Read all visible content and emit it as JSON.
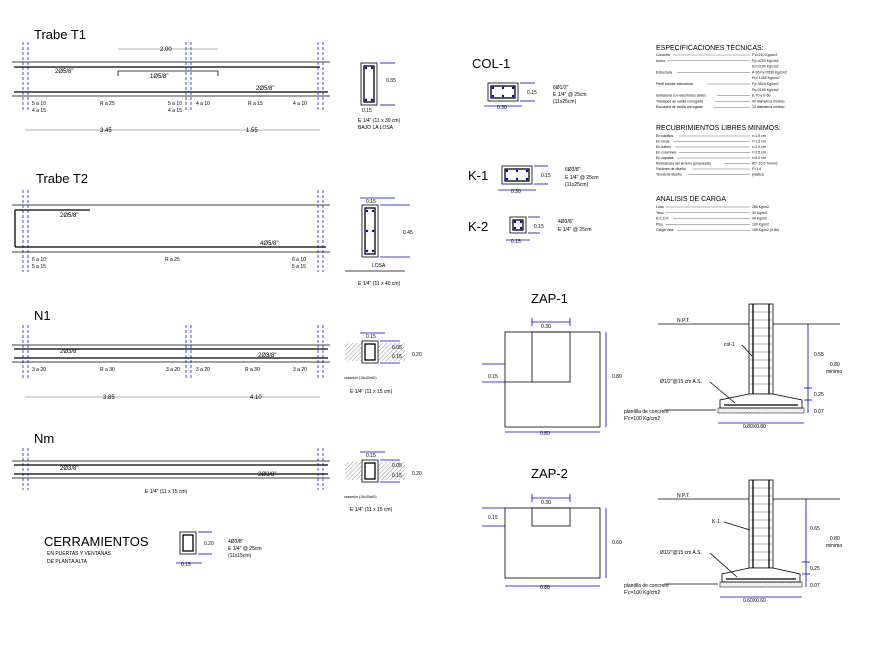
{
  "trabe_t1": {
    "title": "Trabe T1",
    "span_top": "2.00",
    "bar_top_left": "2Ø5/8\"",
    "bar_top_mid": "1Ø5/8\"",
    "bar_bottom_right": "2Ø5/8\"",
    "stirrups": [
      "5 a 10",
      "4 a 15",
      "R a 25",
      "5 a 10",
      "4 a 15",
      "4 a 10",
      "R a 15",
      "4 a 10"
    ],
    "span_left": "3.45",
    "span_right": "1.55",
    "section_h": "0.35",
    "section_w": "0.15",
    "section_note1": "E 1/4\" (11 x 30 cm)",
    "section_note2": "BAJO LA LOSA"
  },
  "trabe_t2": {
    "title": "Trabe T2",
    "bar_top": "2Ø5/8\"",
    "bar_bottom": "4Ø5/8\"",
    "stirrups": [
      "6 a 10",
      "5 a 15",
      "R a 25",
      "6 a 10",
      "5 a 15"
    ],
    "section_w": "0.15",
    "section_h": "0.45",
    "section_label": "LOSA",
    "section_note": "E 1/4\" (11 x 40 cm)"
  },
  "n1": {
    "title": "N1",
    "bar_top": "2Ø3/8\"",
    "bar_bottom": "2Ø3/8\"",
    "stirrups": [
      "3 a 20",
      "R a 30",
      "3 a 20",
      "3 a 20",
      "R a 30",
      "3 a 20"
    ],
    "span_left": "3.85",
    "span_right": "4.10",
    "section_w": "0.15",
    "section_h1": "0.05",
    "section_h2": "0.15",
    "section_h3": "0.20",
    "section_small": "cassetón (15x30x60)",
    "section_note": "E 1/4\" (11 x 15 cm)"
  },
  "nm": {
    "title": "Nm",
    "bar_top": "2Ø3/8\"",
    "bar_bottom": "2Ø3/8\"",
    "stirrup_note": "E 1/4\" (11 x 15 cm)",
    "section_w": "0.15",
    "section_h1": "0.05",
    "section_h2": "0.15",
    "section_h3": "0.20",
    "section_small": "cassetón (15x30x60)",
    "section_note": "E 1/4\" (11 x 15 cm)"
  },
  "cerramientos": {
    "title": "CERRAMIENTOS",
    "sub1": "EN PUERTAS Y VENTANAS",
    "sub2": "DE PLANTA ALTA",
    "h": "0.20",
    "w": "0.15",
    "note1": "4Ø3/8\"",
    "note2": "E 1/4\" @ 25cm",
    "note3": "(11x15cm)"
  },
  "col1": {
    "title": "COL-1",
    "h": "0.15",
    "w": "0.30",
    "note1": "6Ø1/2\"",
    "note2": "E 1/4\" @ 25cm",
    "note3": "(11x25cm)"
  },
  "k1": {
    "title": "K-1",
    "h": "0.15",
    "w": "0.30",
    "note1": "6Ø3/8\"",
    "note2": "E 1/4\" @ 25cm",
    "note3": "(11x25cm)"
  },
  "k2": {
    "title": "K-2",
    "h": "0.15",
    "w": "0.15",
    "note1": "4Ø3/8\"",
    "note2": "E 1/4\" @ 25cm"
  },
  "specs": {
    "heading": "ESPECIFICACIONES TÉCNICAS:",
    "rows": [
      [
        "Concreto",
        "F'c=210 Kg/cm2"
      ],
      [
        "Acero",
        "Fy=4200 Kg/cm2"
      ],
      [
        "",
        "Fs=2100 Kg/cm2"
      ],
      [
        "Estructura",
        "A-36  Fy=2530 Kg/cm2"
      ],
      [
        "",
        "Fs= 1265 Kg/cm2"
      ],
      [
        "Perfil tubular estructural",
        "Fy=3515 Kg/cm2"
      ],
      [
        "",
        "Fs=2100 Kg/cm2"
      ],
      [
        "Soldadura con electrodos series",
        "E-70 y E-60"
      ],
      [
        "Traslapes de varilla corrugada",
        "40 diametros minimo"
      ],
      [
        "Escuadra de varilla corrugada",
        "12 diametros minimo"
      ]
    ],
    "rec_heading": "RECUBRIMIENTOS LIBRES MINIMOS:",
    "rec_rows": [
      [
        "En capitlos",
        "r=1.5 cm"
      ],
      [
        "En losas",
        "r=1.5 cm"
      ],
      [
        "En trabes",
        "r=2.0 cm"
      ],
      [
        "En columnas",
        "r=2.5 cm"
      ],
      [
        "En zapatas",
        "r=5.0 cm"
      ],
      [
        "Resistencia del terreno (propuesta)",
        "Rt= 10.0 Ton/m2"
      ],
      [
        "Factores de diseño",
        "F=1.4"
      ],
      [
        "Teoria de diseño",
        "plastica"
      ]
    ],
    "load_heading": "ANALISIS DE CARGA",
    "load_rows": [
      [
        "Losa",
        "280 Kg/m2"
      ],
      [
        "Yeso",
        "30 Kg/m2"
      ],
      [
        "R.C.D.F.",
        "40 Kg/m2"
      ],
      [
        "Piso",
        "100 Kg/m2"
      ],
      [
        "Carga Viva",
        "150 Kg/m2 (0.84)"
      ]
    ]
  },
  "zap1": {
    "title": "ZAP-1",
    "top_w": "0.30",
    "left_h": "0.15",
    "right_h": "0.80",
    "bottom_w": "0.80",
    "npt": "N.P.T.",
    "col_label": "col-1",
    "d1": "0.55",
    "d2": "0.80",
    "d2b": "minimo",
    "d3": "0.25",
    "d4": "0.07",
    "bar_label": "Ø1/2\"@15 cm A.S.",
    "plantilla1": "plantilla de concreto",
    "plantilla2": "F'c=100 Kg/cm2",
    "base_w": "0.80X0.80"
  },
  "zap2": {
    "title": "ZAP-2",
    "top_w": "0.30",
    "left_h": "0.15",
    "right_h": "0.60",
    "bottom_w": "0.80",
    "npt": "N.P.T.",
    "col_label": "K-1",
    "d1": "0.65",
    "d2": "0.80",
    "d2b": "minimo",
    "d3": "0.25",
    "d4": "0.07",
    "bar_label": "Ø1/2\"@15 cm A.S.",
    "plantilla1": "plantilla de concreto",
    "plantilla2": "F'c=100 Kg/cm2",
    "base_w": "0.60X0.60"
  }
}
